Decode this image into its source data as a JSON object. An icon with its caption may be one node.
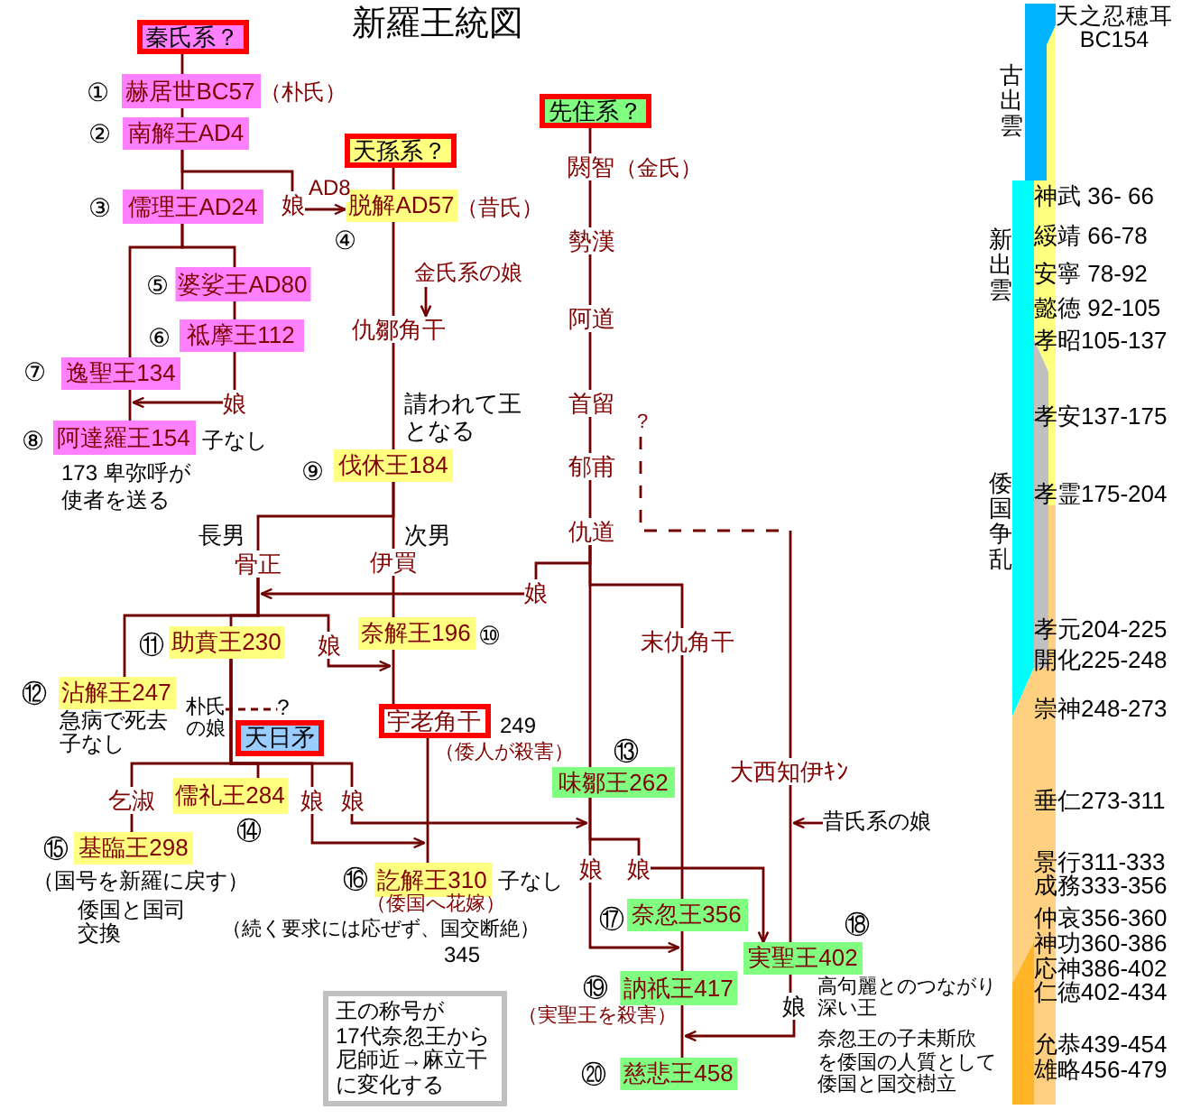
{
  "diagram": {
    "title": "新羅王統図",
    "nodes": [
      {
        "text": [
          "秦氏系？"
        ]
      },
      {
        "text": [
          "赫居世BC57"
        ],
        "beside": [
          "①",
          "（朴氏）"
        ]
      },
      {
        "text": [
          "先住系？"
        ]
      },
      {
        "text": [
          "南解王AD4"
        ],
        "beside": [
          "②"
        ]
      },
      {
        "text": [
          "天孫系？"
        ]
      },
      {
        "text": [
          "閼智"
        ],
        "beside": [
          "（金氏）"
        ]
      },
      {
        "text": [
          "儒理王AD24"
        ],
        "beside": [
          "③"
        ]
      },
      {
        "text": [
          "娘"
        ]
      },
      {
        "text": [
          "脱解AD57"
        ],
        "beside": [
          "④",
          "（昔氏）"
        ]
      },
      {
        "text": [
          "勢漢"
        ]
      },
      {
        "text": [
          "婆娑王AD80"
        ],
        "beside": [
          "⑤"
        ]
      },
      {
        "text": [
          "金氏系の娘"
        ]
      },
      {
        "text": [
          "阿道"
        ]
      },
      {
        "text": [
          "祗摩王112"
        ],
        "beside": [
          "⑥"
        ]
      },
      {
        "text": [
          "仇鄒角干"
        ]
      },
      {
        "text": [
          "逸聖王134"
        ],
        "beside": [
          "⑦"
        ]
      },
      {
        "text": [
          "娘"
        ]
      },
      {
        "text": [
          "首留"
        ]
      },
      {
        "text": [
          "?"
        ]
      },
      {
        "text": [
          "阿達羅王154"
        ],
        "beside": [
          "⑧",
          "子なし",
          "173 卑弥呼が使者を送る"
        ]
      },
      {
        "text": [
          "伐休王184"
        ],
        "beside": [
          "⑨"
        ]
      },
      {
        "text": [
          "郁甫"
        ]
      },
      {
        "text": [
          "仇道"
        ]
      },
      {
        "text": [
          "骨正"
        ]
      },
      {
        "text": [
          "伊買"
        ]
      },
      {
        "text": [
          "娘"
        ]
      },
      {
        "text": [
          "助賁王230"
        ],
        "beside": [
          "⑪"
        ]
      },
      {
        "text": [
          "娘"
        ]
      },
      {
        "text": [
          "奈解王196"
        ],
        "beside": [
          "⑩"
        ]
      },
      {
        "text": [
          "末仇角干"
        ]
      },
      {
        "text": [
          "沾解王247"
        ],
        "beside": [
          "⑫",
          "急病で死去子なし"
        ]
      },
      {
        "text": [
          "朴氏の娘"
        ]
      },
      {
        "text": [
          "?"
        ]
      },
      {
        "text": [
          "天日矛"
        ]
      },
      {
        "text": [
          "宇老角干"
        ],
        "beside": [
          "249",
          "（倭人が殺害）"
        ]
      },
      {
        "text": [
          "乞淑"
        ]
      },
      {
        "text": [
          "儒礼王284"
        ],
        "beside": [
          "⑭"
        ]
      },
      {
        "text": [
          "娘"
        ]
      },
      {
        "text": [
          "娘"
        ]
      },
      {
        "text": [
          "味鄒王262"
        ],
        "beside": [
          "⑬"
        ]
      },
      {
        "text": [
          "大西知伊ｷﾝ"
        ]
      },
      {
        "text": [
          "昔氏系の娘"
        ]
      },
      {
        "text": [
          "基臨王298"
        ],
        "beside": [
          "⑮",
          "（国号を新羅に戻す）",
          "倭国と国司交換"
        ]
      },
      {
        "text": [
          "訖解王310"
        ],
        "beside": [
          "⑯",
          "子なし",
          "（倭国へ花嫁）",
          "（続く要求には応ぜず、国交断絶）",
          "345"
        ]
      },
      {
        "text": [
          "娘"
        ]
      },
      {
        "text": [
          "娘"
        ]
      },
      {
        "text": [
          "奈忽王356"
        ],
        "beside": [
          "⑰"
        ]
      },
      {
        "text": [
          "実聖王402"
        ],
        "beside": [
          "⑱",
          "高句麗とのつながり深い王",
          "奈忽王の子未斯欣を倭国の人質として倭国と国交樹立"
        ]
      },
      {
        "text": [
          "訥祇王417"
        ],
        "beside": [
          "⑲",
          "（実聖王を殺害）"
        ]
      },
      {
        "text": [
          "娘"
        ]
      },
      {
        "text": [
          "王の称号が17代奈忽王から尼師近→麻立干に変化する"
        ]
      },
      {
        "text": [
          "慈悲王458"
        ],
        "beside": [
          "⑳"
        ]
      }
    ],
    "edges": [
      {
        "from": 0,
        "to": 1,
        "arrow": "none"
      },
      {
        "from": 1,
        "to": 3,
        "arrow": "none"
      },
      {
        "from": 3,
        "to": 6,
        "arrow": "none"
      },
      {
        "from": 3,
        "to": 7,
        "arrow": "none"
      },
      {
        "from": 7,
        "to": 8,
        "arrow": "to",
        "label": "AD8"
      },
      {
        "from": 4,
        "to": 8,
        "arrow": "none"
      },
      {
        "from": 2,
        "to": 5,
        "arrow": "none"
      },
      {
        "from": 5,
        "to": 9,
        "arrow": "none"
      },
      {
        "from": 9,
        "to": 12,
        "arrow": "none"
      },
      {
        "from": 12,
        "to": 17,
        "arrow": "none"
      },
      {
        "from": 17,
        "to": 21,
        "arrow": "none"
      },
      {
        "from": 21,
        "to": 22,
        "arrow": "none"
      },
      {
        "from": 6,
        "to": 10,
        "arrow": "none"
      },
      {
        "from": 6,
        "to": 15,
        "arrow": "none"
      },
      {
        "from": 10,
        "to": 13,
        "arrow": "none"
      },
      {
        "from": 13,
        "to": 16,
        "arrow": "none"
      },
      {
        "from": 16,
        "to": 19,
        "arrow": "to"
      },
      {
        "from": 15,
        "to": 19,
        "arrow": "none"
      },
      {
        "from": 8,
        "to": 14,
        "arrow": "none"
      },
      {
        "from": 11,
        "to": 14,
        "arrow": "to"
      },
      {
        "from": 14,
        "to": 20,
        "arrow": "none",
        "label": "請われて王となる"
      },
      {
        "from": 20,
        "to": 23,
        "arrow": "none",
        "label": "長男"
      },
      {
        "from": 20,
        "to": 24,
        "arrow": "none",
        "label": "次男"
      },
      {
        "from": 18,
        "to": 40,
        "arrow": "none",
        "style": "dashed"
      },
      {
        "from": 22,
        "to": 25,
        "arrow": "none"
      },
      {
        "from": 25,
        "to": 23,
        "arrow": "to"
      },
      {
        "from": 24,
        "to": 28,
        "arrow": "none"
      },
      {
        "from": 23,
        "to": 26,
        "arrow": "none"
      },
      {
        "from": 23,
        "to": 30,
        "arrow": "none"
      },
      {
        "from": 23,
        "to": 27,
        "arrow": "none"
      },
      {
        "from": 27,
        "to": 34,
        "arrow": "to"
      },
      {
        "from": 28,
        "to": 34,
        "arrow": "none"
      },
      {
        "from": 22,
        "to": 29,
        "arrow": "none"
      },
      {
        "from": 22,
        "to": 39,
        "arrow": "none"
      },
      {
        "from": 31,
        "to": 32,
        "arrow": "none",
        "style": "dashed"
      },
      {
        "from": 26,
        "to": 35,
        "arrow": "none"
      },
      {
        "from": 26,
        "to": 36,
        "arrow": "none"
      },
      {
        "from": 26,
        "to": 37,
        "arrow": "none"
      },
      {
        "from": 26,
        "to": 38,
        "arrow": "none"
      },
      {
        "from": 35,
        "to": 42,
        "arrow": "none"
      },
      {
        "from": 37,
        "to": 43,
        "arrow": "to"
      },
      {
        "from": 38,
        "to": 39,
        "arrow": "to"
      },
      {
        "from": 34,
        "to": 43,
        "arrow": "none"
      },
      {
        "from": 40,
        "to": 47,
        "arrow": "none"
      },
      {
        "from": 41,
        "to": 40,
        "arrow": "to"
      },
      {
        "from": 39,
        "to": 44,
        "arrow": "none"
      },
      {
        "from": 39,
        "to": 45,
        "arrow": "none"
      },
      {
        "from": 45,
        "to": 47,
        "arrow": "to"
      },
      {
        "from": 44,
        "to": 46,
        "arrow": "to"
      },
      {
        "from": 29,
        "to": 46,
        "arrow": "none"
      },
      {
        "from": 46,
        "to": 48,
        "arrow": "none"
      },
      {
        "from": 48,
        "to": 51,
        "arrow": "none"
      },
      {
        "from": 47,
        "to": 49,
        "arrow": "none"
      },
      {
        "from": 49,
        "to": 48,
        "arrow": "to"
      }
    ],
    "labels": [
      "天之忍穂耳 BC154",
      "古出雲",
      "新出雲",
      "倭国争乱",
      "神武 36- 66",
      "綏靖 66-78",
      "安寧 78-92",
      "懿徳 92-105",
      "孝昭105-137",
      "孝安137-175",
      "孝霊175-204",
      "孝元204-225",
      "開化225-248",
      "崇神248-273",
      "垂仁273-311",
      "景行311-333",
      "成務333-356",
      "仲哀356-360",
      "神功360-386",
      "応神386-402",
      "仁徳402-434",
      "允恭439-454",
      "雄略456-479"
    ]
  }
}
